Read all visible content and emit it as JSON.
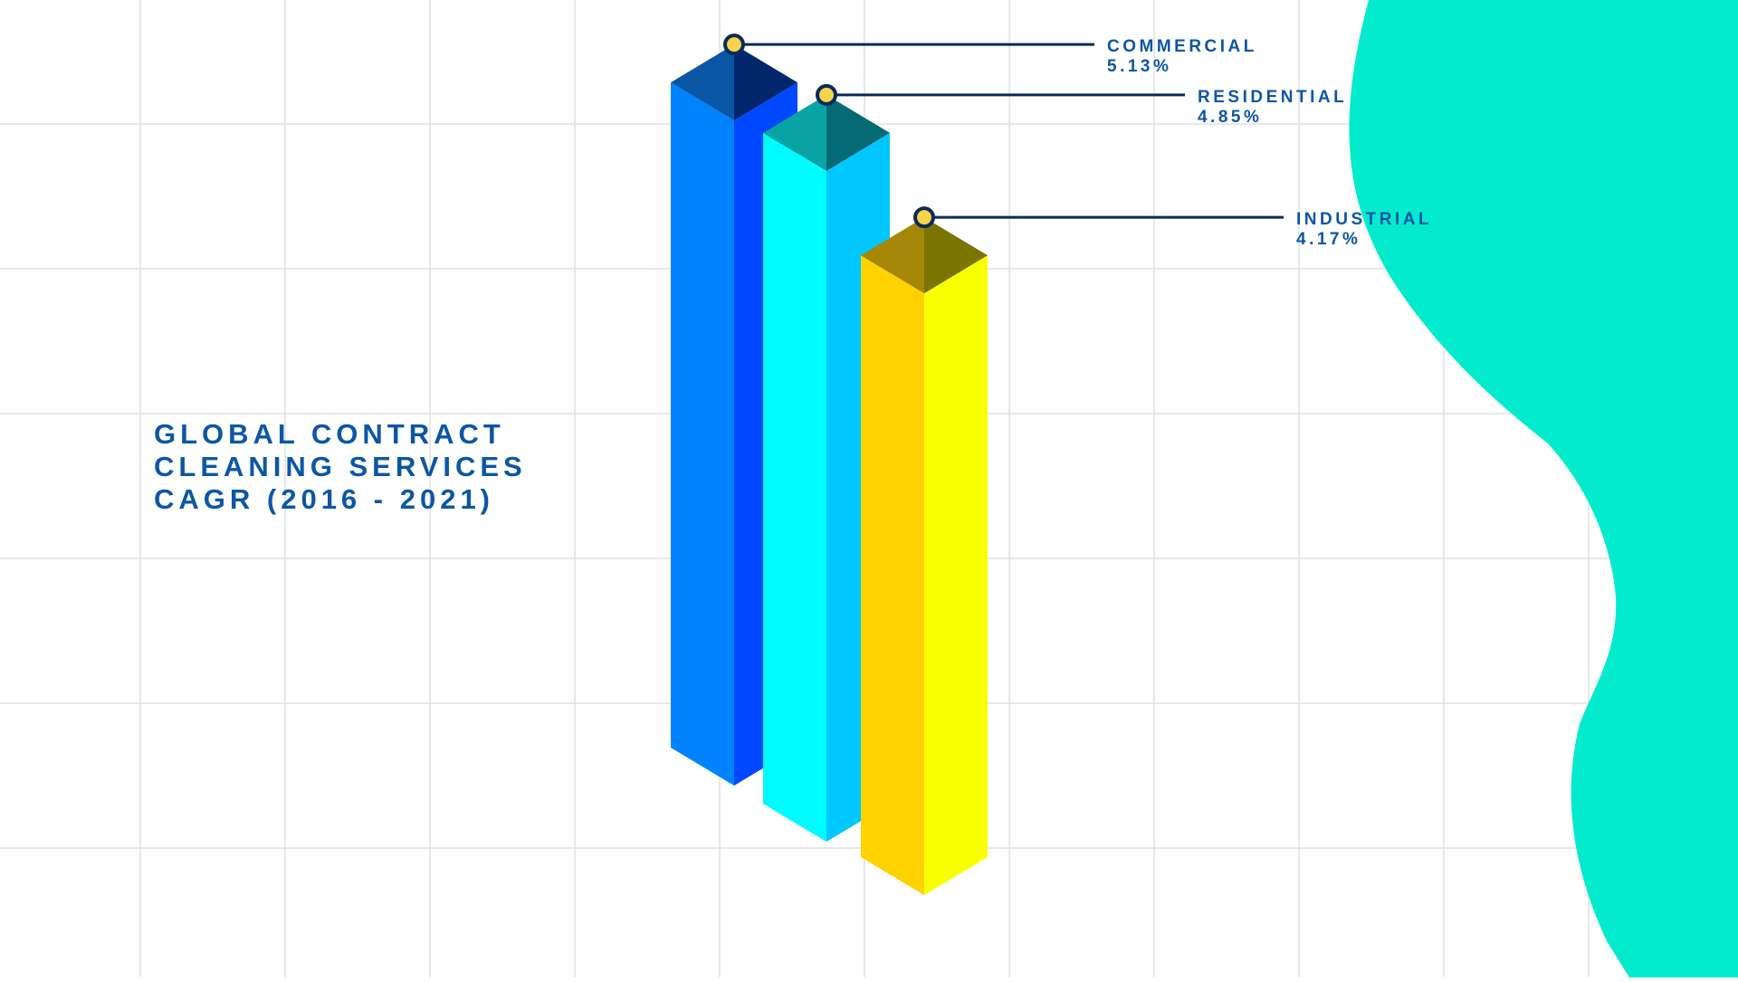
{
  "title_lines": [
    "GLOBAL CONTRACT",
    "CLEANING SERVICES",
    "CAGR (2016 - 2021)"
  ],
  "colors": {
    "title": "#0d56a6",
    "label": "#0d56a6",
    "leader_line": "#0a2a5a",
    "marker_fill": "#f6d34a",
    "grid": "#e1e1e1",
    "blob": "#03ebcc",
    "background": "#ffffff"
  },
  "chart_data": {
    "type": "bar",
    "title": "GLOBAL CONTRACT CLEANING SERVICES CAGR (2016 - 2021)",
    "categories": [
      "COMMERCIAL",
      "RESIDENTIAL",
      "INDUSTRIAL"
    ],
    "values": [
      5.13,
      4.85,
      4.17
    ],
    "value_labels": [
      "5.13%",
      "4.85%",
      "4.17%"
    ],
    "unit": "%",
    "bar_colors": [
      {
        "left": "#0083fe",
        "right": "#0048ff",
        "top_left": "#0957a4",
        "top_right": "#03276c"
      },
      {
        "left": "#00fbff",
        "right": "#00c7ff",
        "top_left": "#0aa3a3",
        "top_right": "#056a73"
      },
      {
        "left": "#ffd200",
        "right": "#f7ff00",
        "top_left": "#a58708",
        "top_right": "#7a7400"
      }
    ],
    "grid": true,
    "legend": "none"
  }
}
